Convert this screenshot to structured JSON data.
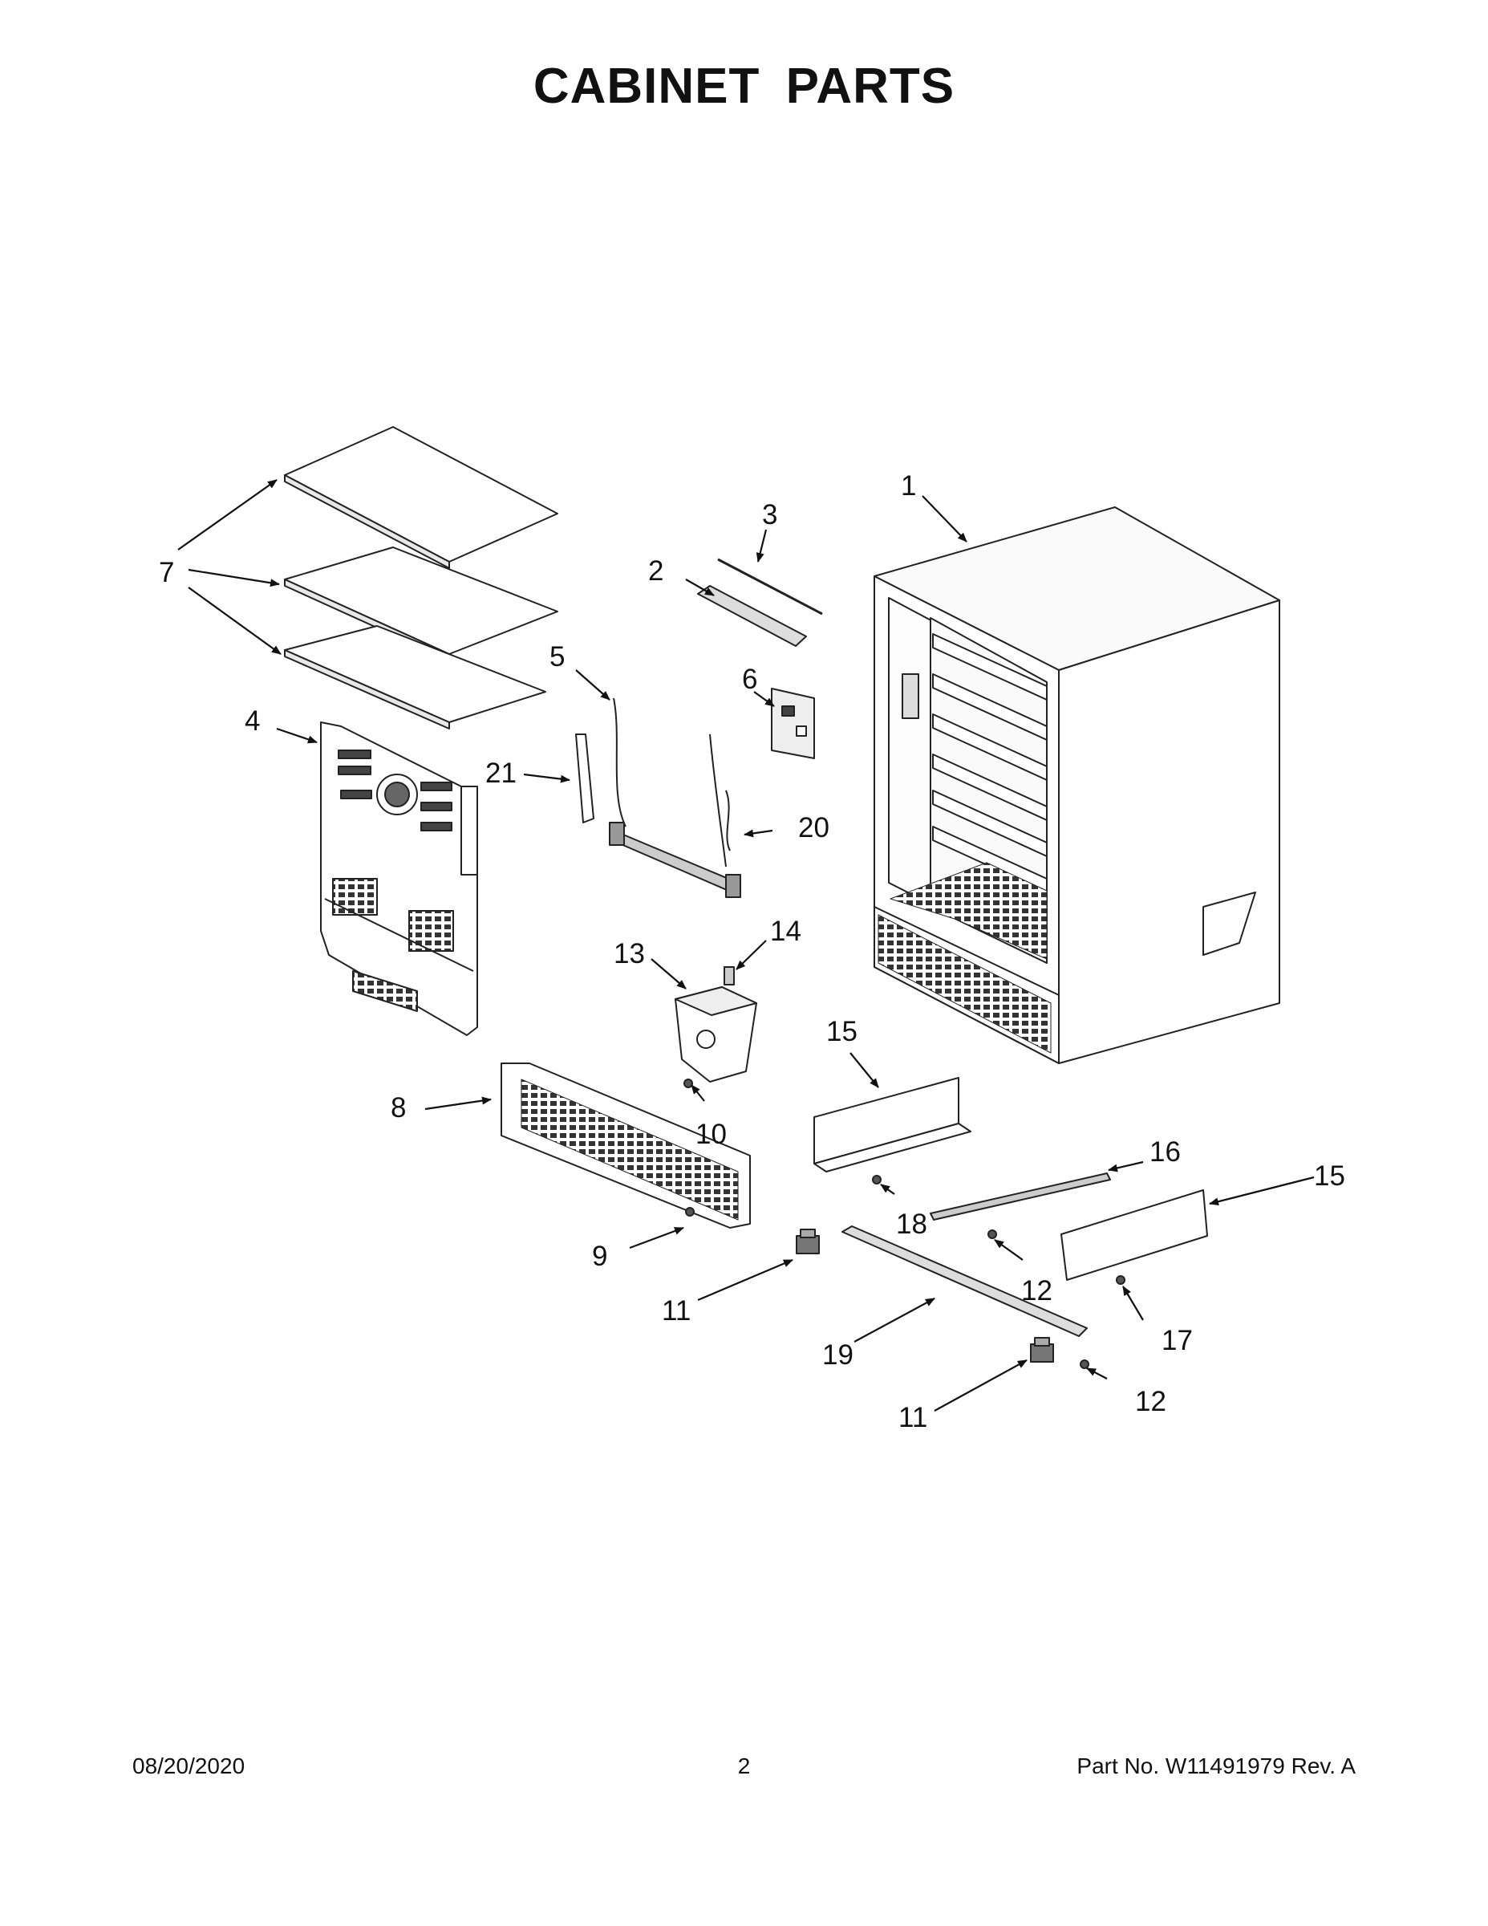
{
  "title": "CABINET PARTS",
  "callouts": [
    {
      "id": "c1",
      "label": "1"
    },
    {
      "id": "c2",
      "label": "2"
    },
    {
      "id": "c3",
      "label": "3"
    },
    {
      "id": "c4",
      "label": "4"
    },
    {
      "id": "c5",
      "label": "5"
    },
    {
      "id": "c6",
      "label": "6"
    },
    {
      "id": "c7",
      "label": "7"
    },
    {
      "id": "c8",
      "label": "8"
    },
    {
      "id": "c9",
      "label": "9"
    },
    {
      "id": "c10",
      "label": "10"
    },
    {
      "id": "c11a",
      "label": "11"
    },
    {
      "id": "c11b",
      "label": "11"
    },
    {
      "id": "c12a",
      "label": "12"
    },
    {
      "id": "c12b",
      "label": "12"
    },
    {
      "id": "c13",
      "label": "13"
    },
    {
      "id": "c14",
      "label": "14"
    },
    {
      "id": "c15a",
      "label": "15"
    },
    {
      "id": "c15b",
      "label": "15"
    },
    {
      "id": "c16",
      "label": "16"
    },
    {
      "id": "c17",
      "label": "17"
    },
    {
      "id": "c18",
      "label": "18"
    },
    {
      "id": "c19",
      "label": "19"
    },
    {
      "id": "c20",
      "label": "20"
    },
    {
      "id": "c21",
      "label": "21"
    }
  ],
  "footer": {
    "date": "08/20/2020",
    "page": "2",
    "part_number": "Part No.  W11491979  Rev.  A"
  }
}
